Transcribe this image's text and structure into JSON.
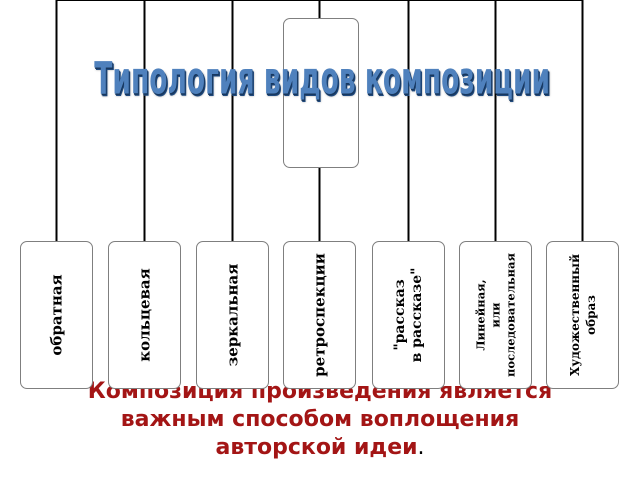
{
  "diagram": {
    "title": "Типология видов композиции",
    "root_node": ""
  },
  "types": [
    {
      "label": "обратная"
    },
    {
      "label": "кольцевая"
    },
    {
      "label": "зеркальная"
    },
    {
      "label": "ретроспекции"
    },
    {
      "label": "\"рассказ\nв рассказе\""
    },
    {
      "label": "Линейная,\nили\nпоследовательная"
    },
    {
      "label": "Художественный\nобраз"
    }
  ],
  "footer": {
    "line1": "Композиция произведения является",
    "line2": "важным способом воплощения",
    "line3": "авторской идеи",
    "dot": "."
  },
  "colors": {
    "title": "#4f81bd",
    "title_shadow": "#1f497d",
    "footer_text": "#a31515",
    "box_border": "#7f7f7f",
    "connector": "#000000"
  }
}
